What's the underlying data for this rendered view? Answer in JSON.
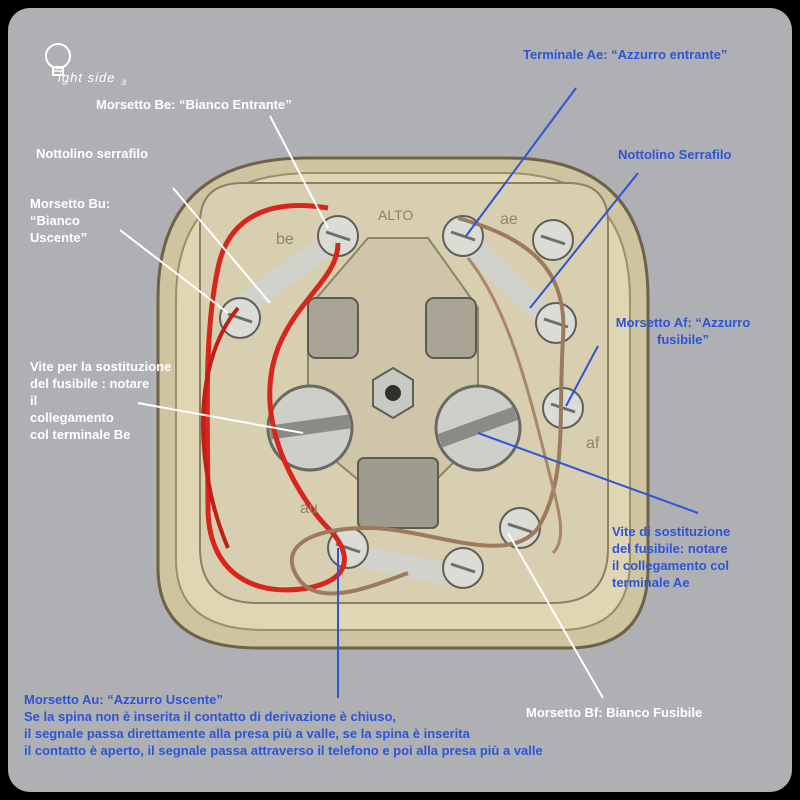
{
  "logo": {
    "text": "ight side",
    "tld": ".it",
    "icon": "light-bulb-icon"
  },
  "labels": {
    "morsetto_be": "Morsetto Be: “Bianco Entrante”",
    "terminale_ae": "Terminale Ae: “Azzurro entrante”",
    "nottolino_left": "Nottolino serrafilo",
    "nottolino_right": "Nottolino Serrafilo",
    "morsetto_bu": "Morsetto Bu:\n“Bianco\nUscente”",
    "morsetto_af": "Morsetto Af: “Azzurro\nfusibile”",
    "vite_left": "Vite per la sostituzione\ndel fusibile : notare\nil\ncollegamento\ncol terminale Be",
    "vite_right": "Vite di sostituzione\ndel fusibile: notare\nil collegamento col\nterminale Ae",
    "morsetto_bf": "Morsetto Bf: Bianco Fusibile",
    "morsetto_au": "Morsetto Au: “Azzurro Uscente”\nSe la spina non è inserita il contatto di derivazione è chiuso,\nil segnale passa direttamente alla presa più a valle, se la spina è inserita\nil contatto è aperto, il segnale passa attraverso il telefono e poi alla presa più a valle"
  },
  "socket_markings": {
    "top": "ALTO",
    "be": "be",
    "ae": "ae",
    "af": "af",
    "au": "au"
  },
  "colors": {
    "page_background": "#aeb0b4",
    "outer_border": "#000000",
    "white_label": "#ffffff",
    "blue_label": "#2f54d6",
    "socket_body": "#d6cba6",
    "red_wire": "#d8261c",
    "brown_wire": "#9c7a5c"
  }
}
